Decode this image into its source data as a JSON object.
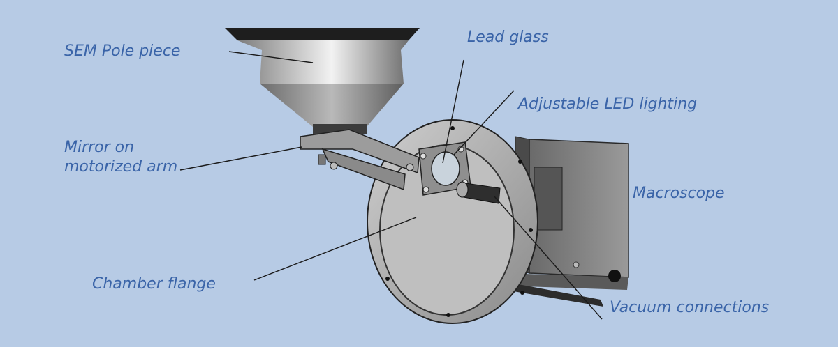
{
  "labels": {
    "sem_pole_piece": "SEM Pole piece",
    "lead_glass": "Lead glass",
    "adjustable_led_lighting": "Adjustable LED lighting",
    "mirror_line1": "Mirror on",
    "mirror_line2": "motorized arm",
    "macroscope": "Macroscope",
    "chamber_flange": "Chamber flange",
    "vacuum_connections": "Vacuum connections"
  },
  "colors": {
    "background": "#b7cbe5",
    "label_text": "#3a64a8",
    "leader_line": "#1a1a1a"
  }
}
